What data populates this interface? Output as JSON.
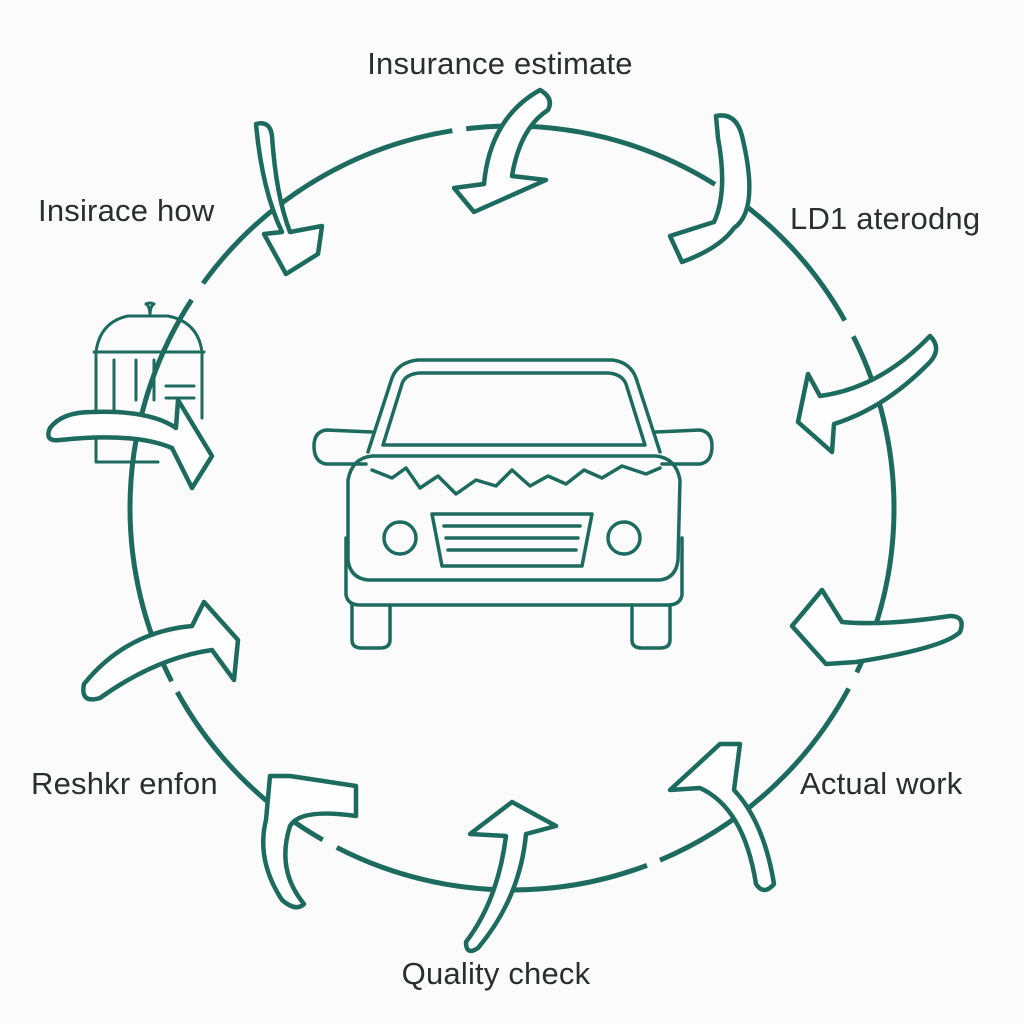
{
  "colors": {
    "stroke": "#1d6b5e",
    "background": "#fafbfa",
    "text": "#2a2e2c"
  },
  "labels": {
    "top": "Insurance estimate",
    "top_left": "Insirace how",
    "top_right": "LD1 aterodng",
    "bottom_left": "Reshkr enfon",
    "bottom_right": "Actual work",
    "bottom": "Quality check"
  },
  "icons": {
    "center": "damaged-car-icon",
    "left": "repair-shop-icon",
    "arrows": "curved-arrow-icon"
  }
}
